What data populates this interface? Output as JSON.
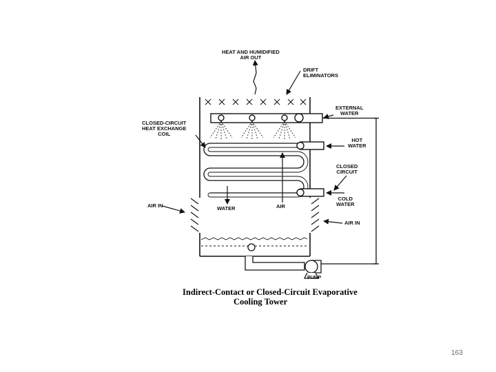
{
  "diagram": {
    "labels": {
      "heat_out_1": "HEAT AND HUMIDIFIED",
      "heat_out_2": "AIR OUT",
      "drift_1": "DRIFT",
      "drift_2": "ELIMINATORS",
      "external_1": "EXTERNAL",
      "external_2": "WATER",
      "coil_1": "CLOSED-CIRCUIT",
      "coil_2": "HEAT EXCHANGE",
      "coil_3": "COIL",
      "hot_1": "HOT",
      "hot_2": "WATER",
      "closed_1": "CLOSED",
      "closed_2": "CIRCUIT",
      "cold_1": "COLD",
      "cold_2": "WATER",
      "air_in_left": "AIR IN",
      "air_in_right": "AIR IN",
      "water": "WATER",
      "air": "AIR",
      "pump": "PUMP"
    },
    "caption_1": "Indirect-Contact or Closed-Circuit Evaporative",
    "caption_2": "Cooling Tower"
  },
  "page_number": "163"
}
